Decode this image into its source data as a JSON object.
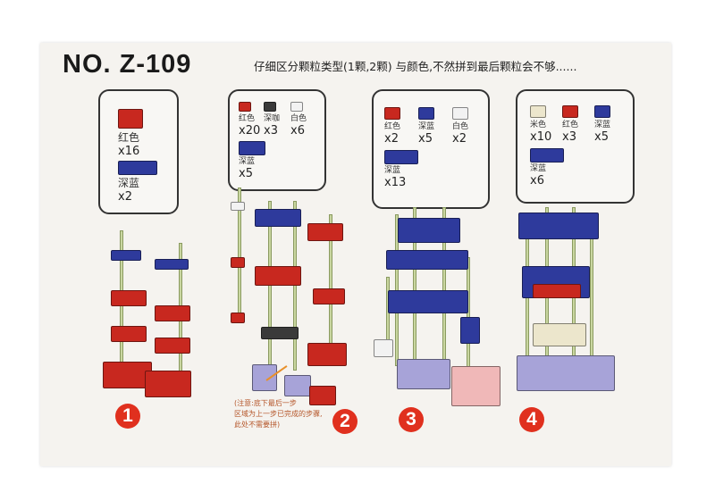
{
  "title": "NO. Z-109",
  "note": "仔细区分颗粒类型(1颗,2颗) 与颜色,不然拼到最后颗粒会不够......",
  "colors": {
    "red": "#c8281f",
    "blue": "#2e3a9c",
    "dark": "#3a3a3a",
    "white": "#f2f2f2",
    "beige": "#ece6cc",
    "lilac": "#a7a3d8",
    "pink": "#f0b8b8"
  },
  "parts": [
    {
      "items": [
        {
          "name": "红色",
          "qty": "x16",
          "color": "red"
        },
        {
          "name": "深蓝",
          "qty": "x2",
          "color": "blue"
        }
      ]
    },
    {
      "items": [
        {
          "name": "红色",
          "qty": "x20",
          "color": "red"
        },
        {
          "name": "深咖",
          "qty": "x3",
          "color": "dark"
        },
        {
          "name": "白色",
          "qty": "x6",
          "color": "white"
        },
        {
          "name": "深蓝",
          "qty": "x5",
          "color": "blue"
        }
      ]
    },
    {
      "items": [
        {
          "name": "红色",
          "qty": "x2",
          "color": "red"
        },
        {
          "name": "深蓝",
          "qty": "x5",
          "color": "blue"
        },
        {
          "name": "白色",
          "qty": "x2",
          "color": "white"
        },
        {
          "name": "深蓝",
          "qty": "x13",
          "color": "blue"
        }
      ]
    },
    {
      "items": [
        {
          "name": "米色",
          "qty": "x10",
          "color": "beige"
        },
        {
          "name": "红色",
          "qty": "x3",
          "color": "red"
        },
        {
          "name": "深蓝",
          "qty": "x5",
          "color": "blue"
        },
        {
          "name": "深蓝",
          "qty": "x6",
          "color": "blue"
        }
      ]
    }
  ],
  "steps": [
    "1",
    "2",
    "3",
    "4"
  ],
  "hint": [
    "(注意:底下最后一步",
    "区域为上一步已完成的步骤,",
    "此处不需要拼)"
  ]
}
